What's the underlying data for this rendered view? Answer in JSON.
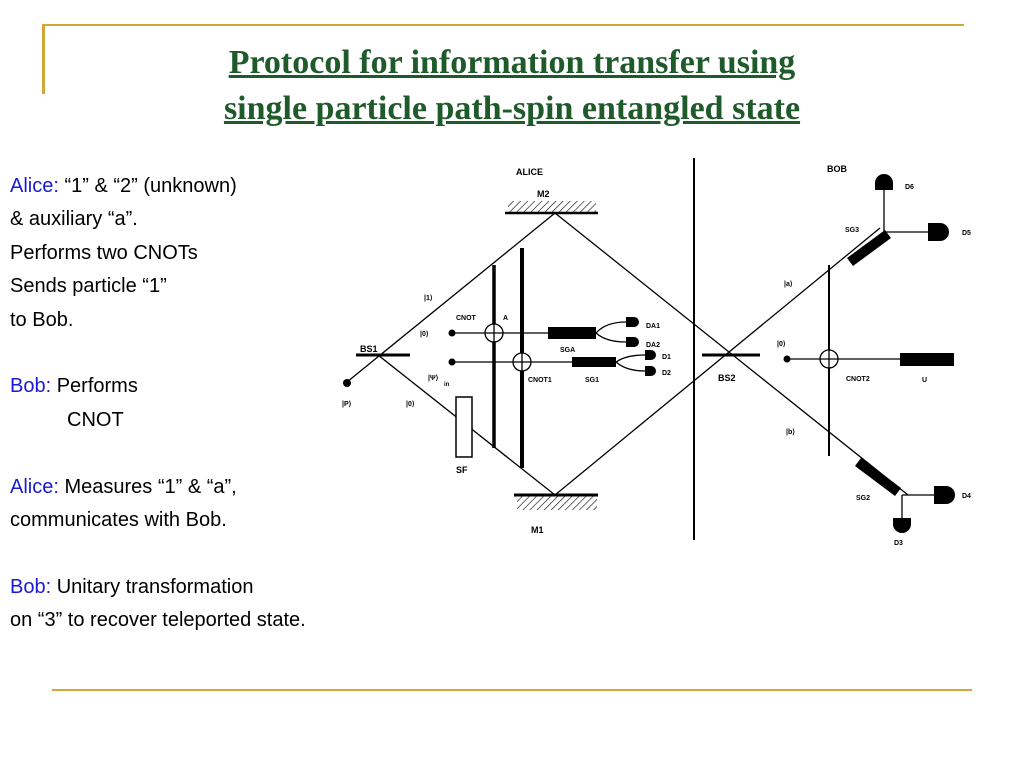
{
  "slide": {
    "title_line1": "Protocol for information transfer using",
    "title_line2": "single particle path-spin entangled state",
    "colors": {
      "title": "#1f5a2a",
      "role": "#1a1ad6",
      "rule": "#d4a63a"
    }
  },
  "text": {
    "l1_role": "Alice:",
    "l1_rest": " “1” & “2” (unknown)",
    "l2": "& auxiliary “a”.",
    "l3": "Performs two CNOTs",
    "l4": "Sends particle “1”",
    "l5": "to Bob.",
    "l7_role": "Bob:",
    "l7_rest": " Performs",
    "l8": "CNOT",
    "l10_role": "Alice:",
    "l10_rest": " Measures “1” & “a”,",
    "l11": "communicates with Bob.",
    "l13_role": "Bob:",
    "l13_rest": " Unitary transformation",
    "l14": "on “3” to recover teleported state."
  },
  "diagram": {
    "alice": "ALICE",
    "bob": "BOB",
    "m1": "M1",
    "m2": "M2",
    "bs1": "BS1",
    "bs2": "BS2",
    "sf": "SF",
    "cnot_a": "CNOT",
    "a": "A",
    "cnot1": "CNOT1",
    "cnot2": "CNOT2",
    "sga": "SGA",
    "sg1": "SG1",
    "sg2": "SG2",
    "sg3": "SG3",
    "u": "U",
    "da1": "DA1",
    "da2": "DA2",
    "d1": "D1",
    "d2": "D2",
    "d3": "D3",
    "d4": "D4",
    "d5": "D5",
    "d6": "D6",
    "ket_1_in": "|1⟩",
    "ket_0_a": "|0⟩",
    "ket_psi": "|Ψ⟩",
    "ket_psi_sub": "in",
    "ket_0_left": "|0⟩",
    "ket_p_in": "|P⟩",
    "ket_a_bob": "|a⟩",
    "ket_0_bob": "|0⟩",
    "ket_b_bob": "|b⟩"
  }
}
